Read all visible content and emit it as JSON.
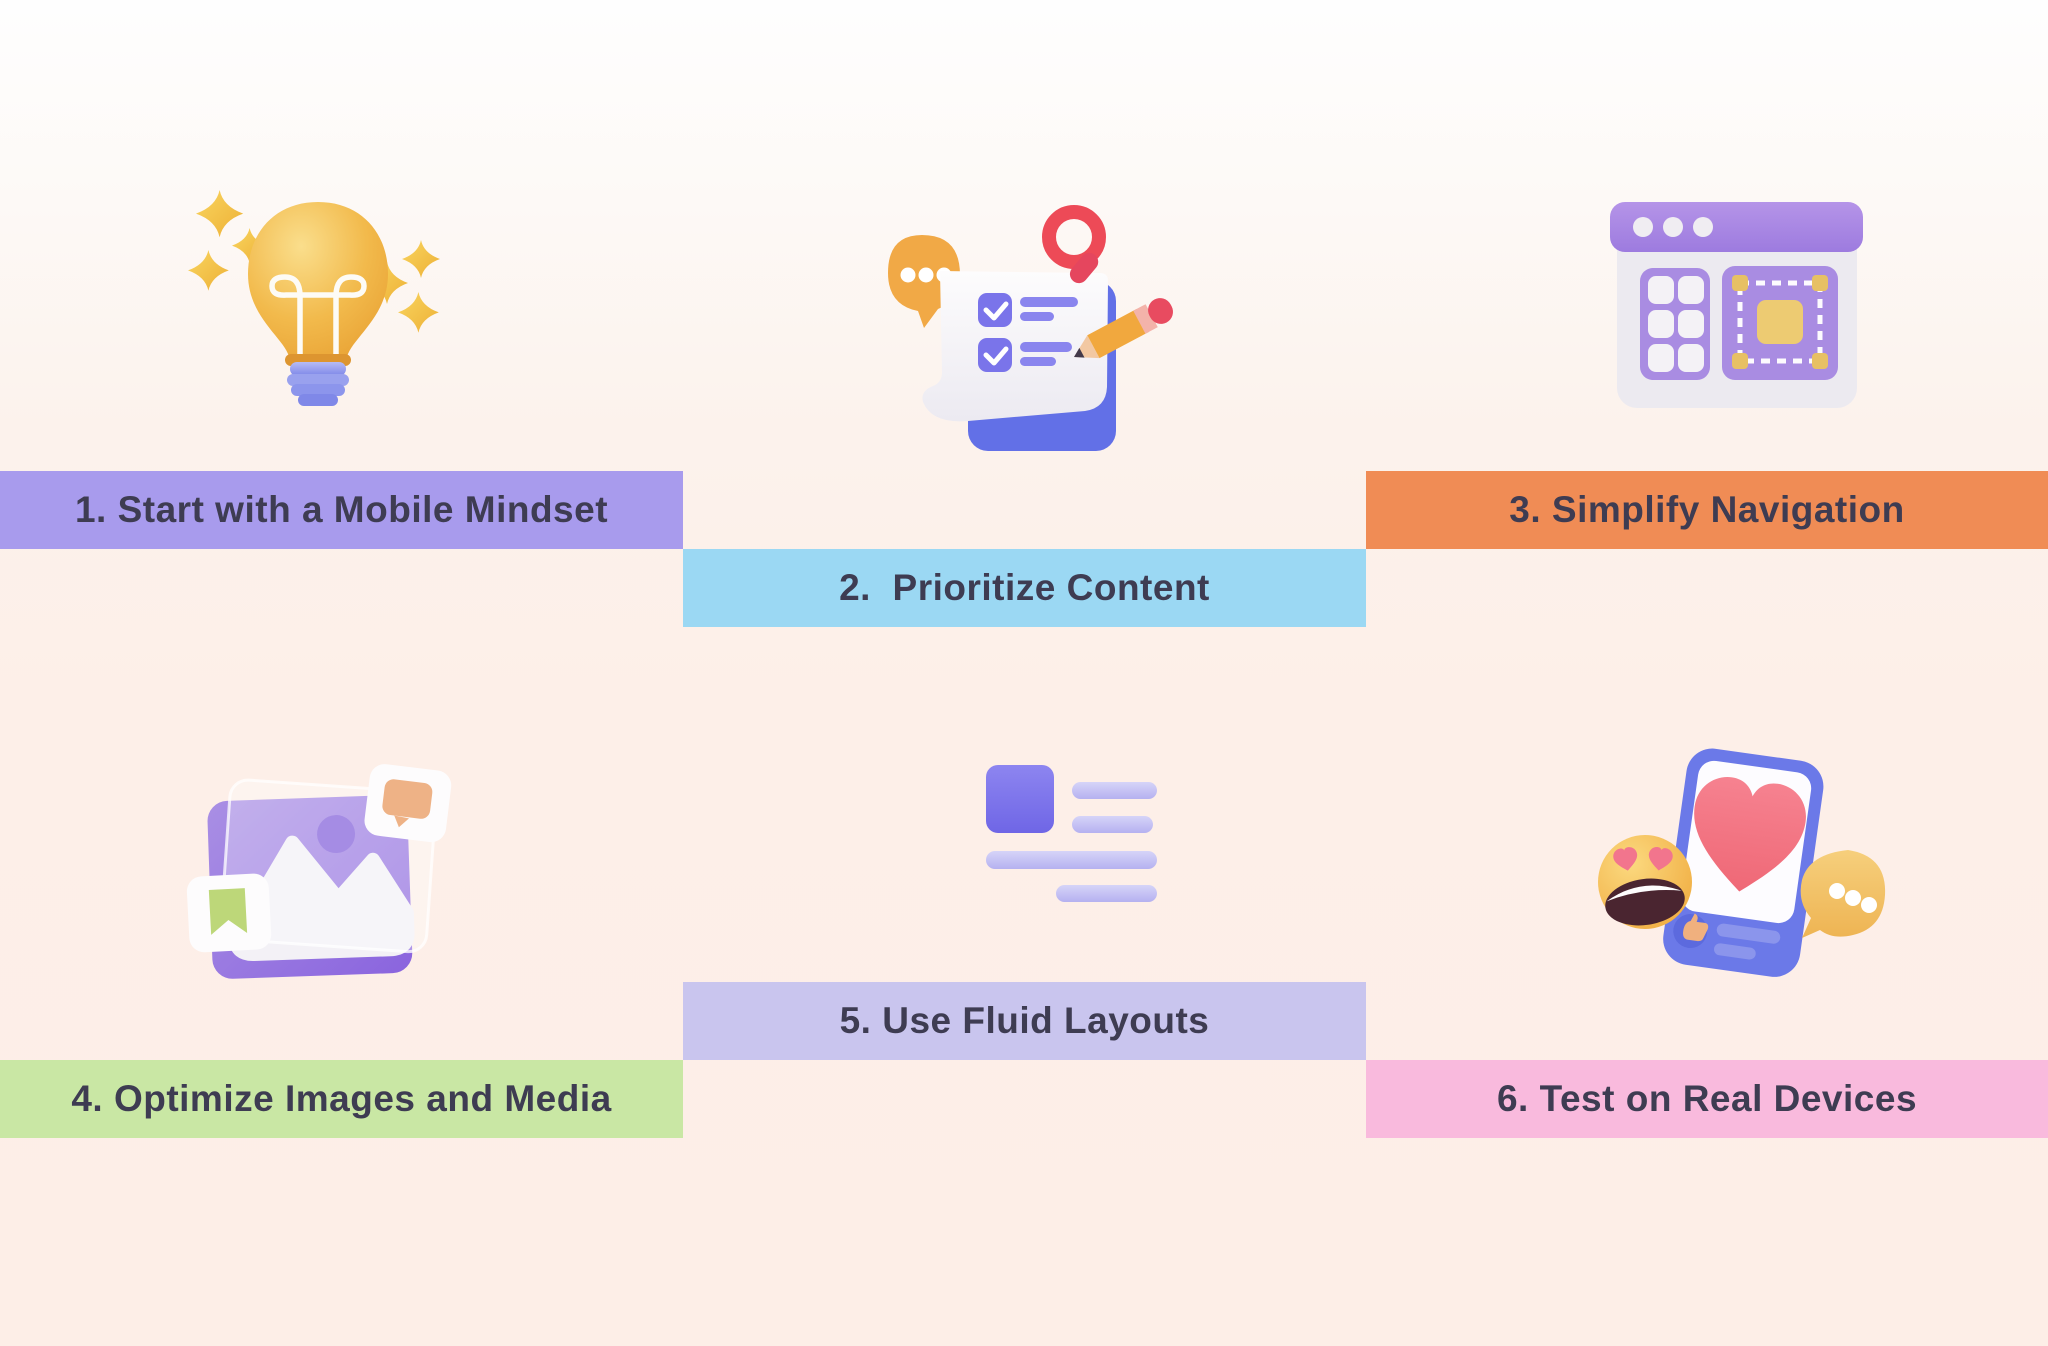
{
  "canvas": {
    "background_top_color": "#fefefe",
    "background_bottom_color": "#fdeee7",
    "text_color": "#3e3c52"
  },
  "steps": [
    {
      "label": "1. Start with a Mobile Mindset",
      "banner_color": "#a89bed",
      "icon": "lightbulb-sparkles-icon",
      "position": "top-left"
    },
    {
      "label": "2.  Prioritize Content",
      "banner_color": "#9bd8f3",
      "icon": "checklist-pencil-icon",
      "position": "top-center"
    },
    {
      "label": "3. Simplify Navigation",
      "banner_color": "#f08c55",
      "icon": "browser-window-icon",
      "position": "top-right"
    },
    {
      "label": "4. Optimize Images and Media",
      "banner_color": "#c9e7a4",
      "icon": "image-media-icon",
      "position": "bottom-left"
    },
    {
      "label": "5. Use Fluid Layouts",
      "banner_color": "#c9c5ee",
      "icon": "fluid-layout-icon",
      "position": "bottom-center"
    },
    {
      "label": "6. Test on Real Devices",
      "banner_color": "#f9badd",
      "icon": "device-feedback-icon",
      "position": "bottom-right"
    }
  ]
}
